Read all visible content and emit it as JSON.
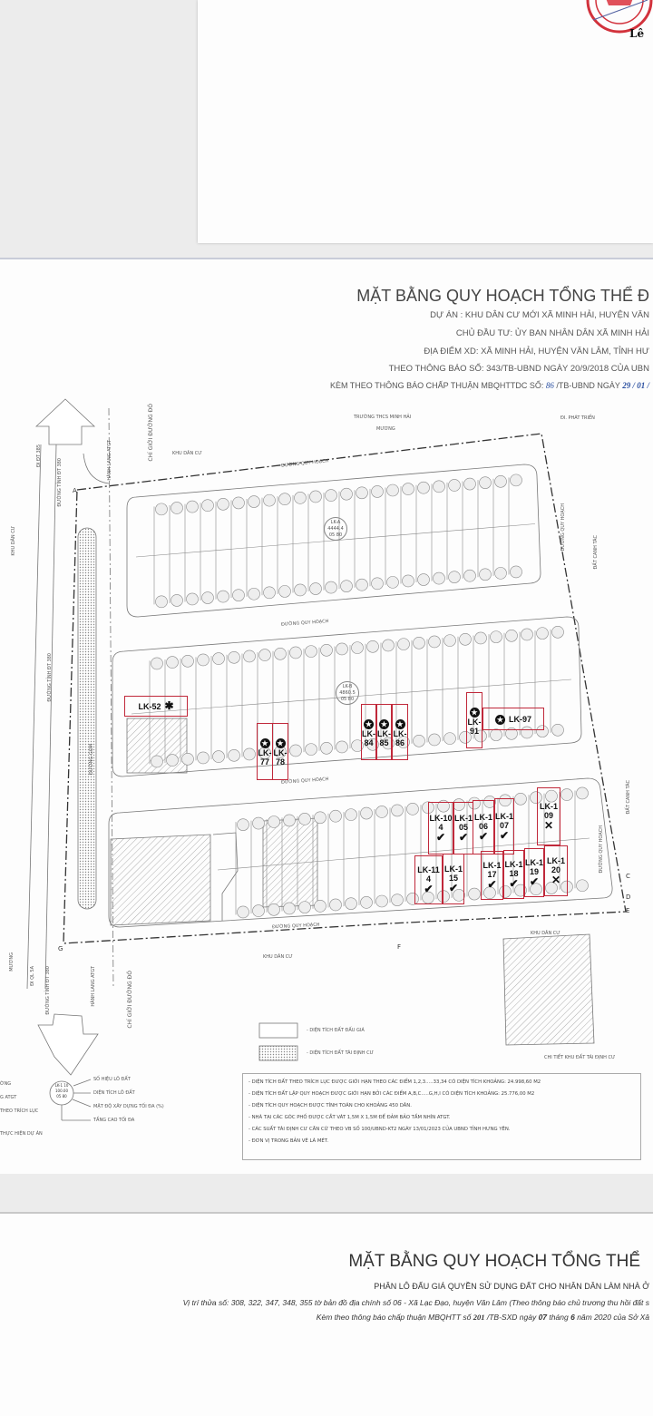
{
  "top_card": {
    "signature_name": "Lê",
    "seal_color": "#d2323c"
  },
  "sheet2": {
    "title": "MẶT BẰNG QUY HOẠCH TỔNG THỂ Đ",
    "lines": [
      "DỰ ÁN : KHU DÂN CƯ MỚI XÃ MINH HẢI, HUYỆN VĂN",
      "CHỦ ĐẦU TƯ: ỦY BAN NHÂN DÂN XÃ MINH HẢI",
      "ĐỊA ĐIỂM XD: XÃ MINH HẢI, HUYỆN VĂN LÂM, TỈNH HƯ",
      "THEO THÔNG BÁO SỐ:  343/TB-UBND NGÀY 20/9/2018 CỦA UBN"
    ],
    "approval_prefix": "KÈM THEO THÔNG BÁO CHẤP  THUẬN MBQHTTDC  SỐ:",
    "approval_number": "86",
    "approval_middle": "/TB-UBND NGÀY",
    "approval_date": "29 / 01 /"
  },
  "map": {
    "roads": {
      "quy_hoach": "ĐƯỜNG QUY HOẠCH",
      "tinh_380": "ĐƯỜNG TỈNH ĐT 380",
      "di_385": "ĐI ĐT 385",
      "di_ql5a": "ĐI QL 5A",
      "gom": "ĐƯỜNG GOM",
      "hanh_lang": "HÀNH LANG ATGT",
      "chi_gioi": "CHỈ GIỚI ĐƯỜNG ĐỎ",
      "muong": "MƯƠNG",
      "phat_trien": "ĐI. PHÁT TRIỂN",
      "truong": "TRƯỜNG THCS MINH HẢI"
    },
    "areas": {
      "khu_dan_cu": "KHU DÂN CƯ",
      "dat_canh_tac": "ĐẤT CANH TÁC"
    },
    "points": [
      "A",
      "C",
      "D",
      "E",
      "F",
      "G"
    ],
    "blocks": [
      {
        "name": "LK-A",
        "area": "4444.4",
        "floors": "05",
        "density": "80"
      },
      {
        "name": "LK-B",
        "area": "4860.5",
        "floors": "05",
        "density": "80"
      }
    ],
    "highlight_color": "#c0283a",
    "lots": [
      {
        "label": "LK-52",
        "mark": "asterisk"
      },
      {
        "label": "LK-77",
        "mark": "star"
      },
      {
        "label": "LK-78",
        "mark": "star"
      },
      {
        "label": "LK-84",
        "mark": "star"
      },
      {
        "label": "LK-85",
        "mark": "star"
      },
      {
        "label": "LK-86",
        "mark": "star"
      },
      {
        "label": "LK-91",
        "mark": "star"
      },
      {
        "label": "LK-97",
        "mark": "star"
      },
      {
        "label": "LK-104",
        "mark": "check"
      },
      {
        "label": "LK-105",
        "mark": "check"
      },
      {
        "label": "LK-106",
        "mark": "check"
      },
      {
        "label": "LK-107",
        "mark": "check"
      },
      {
        "label": "LK-109",
        "mark": "x"
      },
      {
        "label": "LK-114",
        "mark": "check"
      },
      {
        "label": "LK-115",
        "mark": "check"
      },
      {
        "label": "LK-117",
        "mark": "check"
      },
      {
        "label": "LK-118",
        "mark": "check"
      },
      {
        "label": "LK-119",
        "mark": "check"
      },
      {
        "label": "LK-120",
        "mark": "x"
      }
    ]
  },
  "legend": {
    "auction_land": "- DIỆN TÍCH ĐẤT ĐẤU GIÁ",
    "resettlement_land": "- DIỆN TÍCH ĐẤT TÁI ĐỊNH CƯ",
    "resettlement_detail": "CHI TIẾT KHU ĐẤT TÁI ĐỊNH CƯ",
    "left_items": [
      "ỜNG",
      "G ATGT",
      "THEO TRÍCH LỤC",
      "THỰC HIỆN DỰ ÁN"
    ],
    "lot_key": {
      "sample_id": "LK-1 10",
      "sample_area": "100.00",
      "sample_floors": "05",
      "sample_density": "80",
      "id_label": "SỐ HIỆU LÔ ĐẤT",
      "area_label": "DIỆN TÍCH LÔ ĐẤT",
      "density_label": "MẬT ĐỘ XÂY DỰNG TỐI ĐA (%)",
      "floors_label": "TẦNG CAO TỐI ĐA"
    },
    "notes": [
      "- DIỆN TÍCH ĐẤT THEO TRÍCH LỤC ĐƯỢC GIỚI HẠN THEO CÁC ĐIỂM 1,2,3.....33,34 CÓ DIỆN TÍCH KHOẢNG: 24.998,60 M2",
      "- DIỆN TÍCH ĐẤT LẬP QUY HOẠCH ĐƯỢC GIỚI HẠN BỞI CÁC ĐIỂM  A,B,C.....G,H,I CÓ DIỆN TÍCH KHOẢNG: 25.776,00 M2",
      "- DIỆN TÍCH QUY HOẠCH ĐƯỢC TÍNH TOÁN CHO KHOẢNG 450 DÂN.",
      "- NHÀ TẠI CÁC GÓC PHỐ ĐƯỢC CẮT VÁT 1,5M X 1,5M ĐỂ ĐẢM BẢO TẦM NHÌN ATGT.",
      "- CÁC SUẤT TÁI ĐỊNH CƯ CĂN CỨ THEO VB SỐ 100/UBND-KT2 NGÀY 13/01/2023 CỦA UBND TỈNH HƯNG YÊN.",
      "- ĐƠN VỊ TRONG BẢN VẼ LÀ MÉT."
    ]
  },
  "sheet3": {
    "title": "MẶT BẰNG QUY HOẠCH TỔNG THỂ",
    "subtitle": "PHÂN LÔ ĐẤU GIÁ QUYỀN SỬ DỤNG ĐẤT CHO NHÂN DÂN LÀM NHÀ Ở",
    "line1": "Vị trí thửa số: 308, 322, 347, 348, 355 tờ bản đồ địa chính số 06 - Xã Lạc Đạo, huyện Văn Lâm (Theo thông báo chủ trương thu hồi  đất s",
    "line2_prefix": "Kèm theo thông báo chấp thuận MBQHTT số",
    "line2_number": "201",
    "line2_mid": "/TB-SXD ngày",
    "line2_day": "07",
    "line2_month_word": "tháng",
    "line2_month": "6",
    "line2_suffix": "năm 2020 của Sở Xâ"
  }
}
